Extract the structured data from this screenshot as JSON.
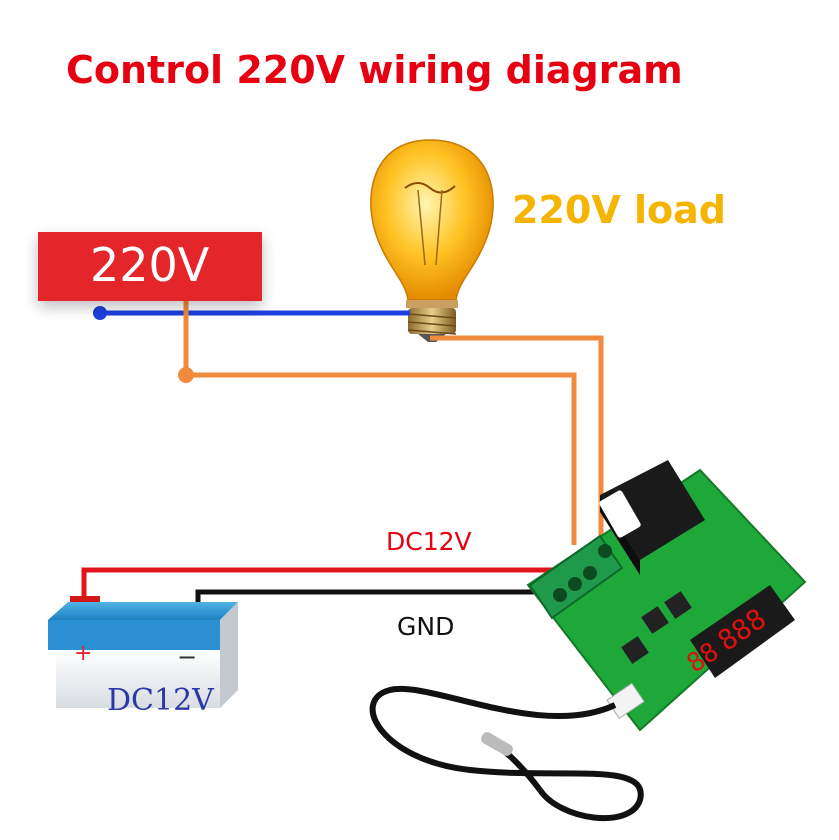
{
  "title": "Control 220V wiring diagram",
  "load": {
    "label": "220V load",
    "icon": "light-bulb-icon"
  },
  "source": {
    "label": "220V",
    "color": "#e4262b"
  },
  "wires": {
    "dc_label": "DC12V",
    "gnd_label": "GND",
    "colors": {
      "neutral": "#1f3fe0",
      "live": "#f08a3c",
      "dc": "#e0141a",
      "gnd": "#111111"
    }
  },
  "battery": {
    "label": "DC12V",
    "plus": "+",
    "minus": "−"
  },
  "module": {
    "icon": "thermostat-module-icon",
    "board_color": "#1fa83a",
    "relay_color": "#1a1a1a"
  },
  "sensor": {
    "icon": "temperature-probe-icon"
  }
}
